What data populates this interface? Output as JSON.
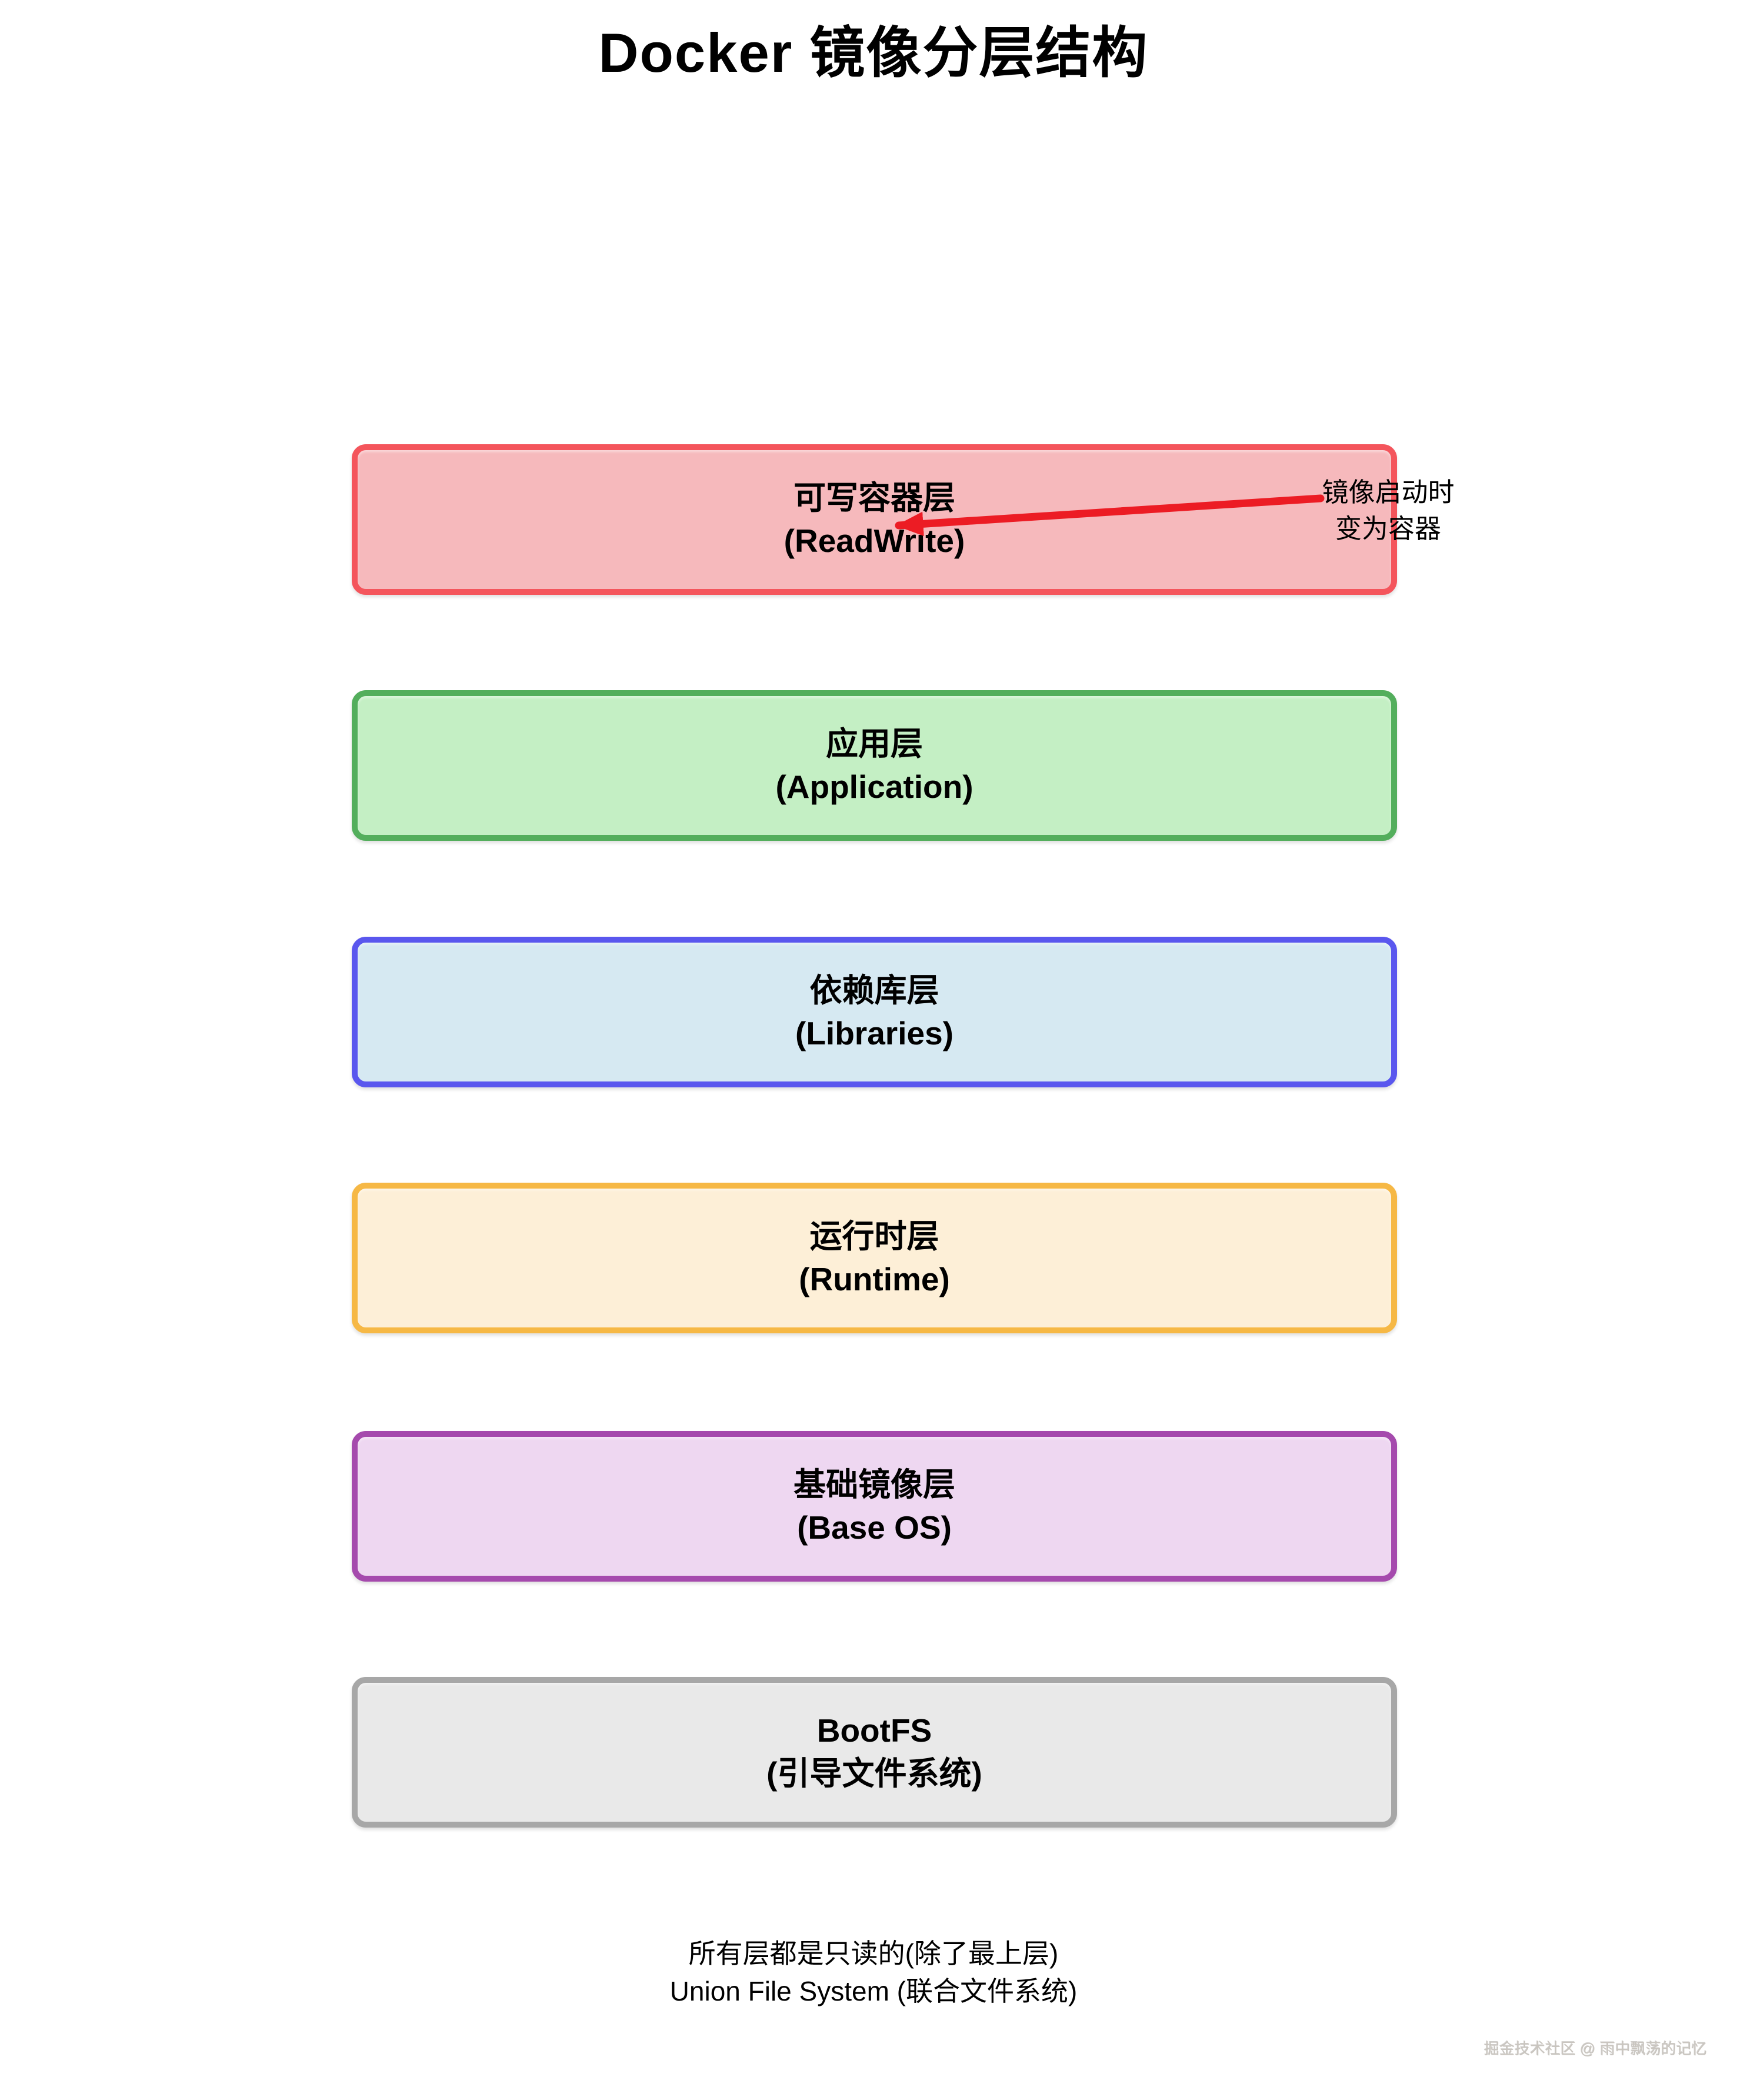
{
  "title": "Docker 镜像分层结构",
  "layers": [
    {
      "name_cn": "可写容器层",
      "name_en": "(ReadWrite)",
      "fill": "#f6b9bc",
      "border": "#f4555c"
    },
    {
      "name_cn": "应用层",
      "name_en": "(Application)",
      "fill": "#c4efc4",
      "border": "#53ae5c"
    },
    {
      "name_cn": "依赖库层",
      "name_en": "(Libraries)",
      "fill": "#d6e9f2",
      "border": "#5a57ee"
    },
    {
      "name_cn": "运行时层",
      "name_en": "(Runtime)",
      "fill": "#fdefd7",
      "border": "#f6b845"
    },
    {
      "name_cn": "基础镜像层",
      "name_en": "(Base OS)",
      "fill": "#eed7f1",
      "border": "#a54aad"
    },
    {
      "name_cn": "BootFS",
      "name_en": "(引导文件系统)",
      "fill": "#e9e9e9",
      "border": "#a7a7a7"
    }
  ],
  "annotation": {
    "line1": "镜像启动时",
    "line2": "变为容器",
    "arrow_color": "#ec1c24"
  },
  "footer": {
    "line1": "所有层都是只读的(除了最上层)",
    "line2": "Union File System (联合文件系统)"
  },
  "watermark": "掘金技术社区 @ 雨中飘荡的记忆"
}
